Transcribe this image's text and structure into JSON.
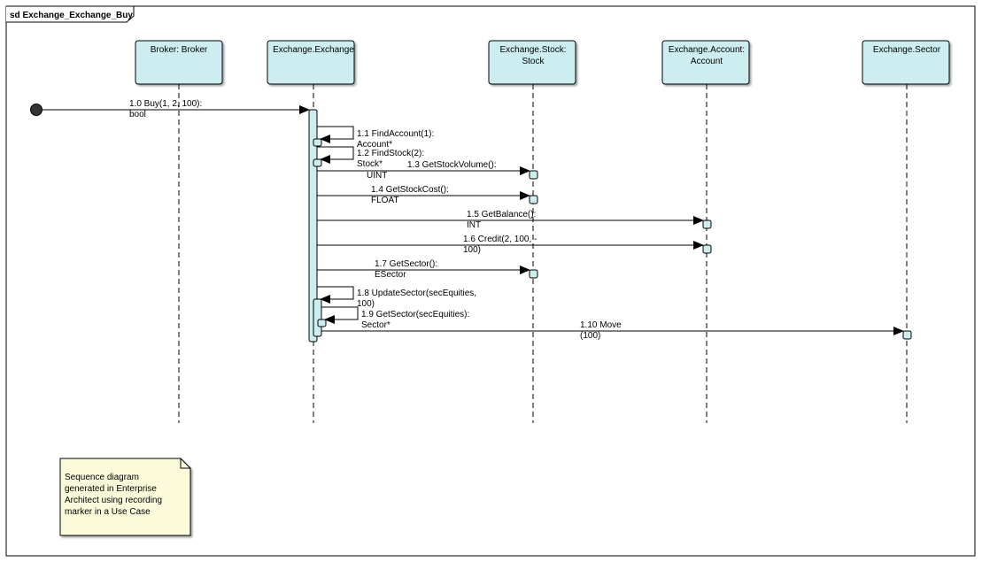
{
  "frame": {
    "title": "sd Exchange_Exchange_Buy"
  },
  "lifelines": [
    {
      "id": "broker",
      "lines": [
        "Broker: Broker"
      ]
    },
    {
      "id": "exchange",
      "lines": [
        "Exchange.Exchange"
      ]
    },
    {
      "id": "stock",
      "lines": [
        "Exchange.Stock:",
        "Stock"
      ]
    },
    {
      "id": "account",
      "lines": [
        "Exchange.Account:",
        "Account"
      ]
    },
    {
      "id": "sector",
      "lines": [
        "Exchange.Sector"
      ]
    }
  ],
  "messages": [
    {
      "id": "m1_0",
      "kind": "found",
      "to": "exchange",
      "lines": [
        "1.0 Buy(1, 2, 100):",
        "bool"
      ]
    },
    {
      "id": "m1_1",
      "kind": "self",
      "from": "exchange",
      "lines": [
        "1.1 FindAccount(1):",
        "Account*"
      ]
    },
    {
      "id": "m1_2",
      "kind": "self",
      "from": "exchange",
      "lines": [
        "1.2 FindStock(2):",
        "Stock*"
      ]
    },
    {
      "id": "m1_3",
      "kind": "call",
      "from": "exchange",
      "to": "stock",
      "lines": [
        "1.3 GetStockVolume():",
        "UINT"
      ]
    },
    {
      "id": "m1_4",
      "kind": "call",
      "from": "exchange",
      "to": "stock",
      "lines": [
        "1.4 GetStockCost():",
        "FLOAT"
      ]
    },
    {
      "id": "m1_5",
      "kind": "call",
      "from": "exchange",
      "to": "account",
      "lines": [
        "1.5 GetBalance():",
        "INT"
      ]
    },
    {
      "id": "m1_6",
      "kind": "call",
      "from": "exchange",
      "to": "account",
      "lines": [
        "1.6 Credit(2, 100, -",
        "100)"
      ]
    },
    {
      "id": "m1_7",
      "kind": "call",
      "from": "exchange",
      "to": "stock",
      "lines": [
        "1.7 GetSector():",
        "ESector"
      ]
    },
    {
      "id": "m1_8",
      "kind": "self",
      "from": "exchange",
      "lines": [
        "1.8 UpdateSector(secEquities,",
        "100)"
      ]
    },
    {
      "id": "m1_9",
      "kind": "self",
      "from": "exchange",
      "lines": [
        "1.9 GetSector(secEquities):",
        "Sector*"
      ]
    },
    {
      "id": "m1_10",
      "kind": "call",
      "from": "exchange",
      "to": "sector",
      "lines": [
        "1.10 Move",
        "(100)"
      ]
    }
  ],
  "note": {
    "lines": [
      "Sequence diagram",
      "generated in Enterprise",
      "Architect using recording",
      "marker in a Use Case"
    ]
  },
  "colors": {
    "lifeline_fill": "#cdeef0",
    "activation_fill": "#cdeef0",
    "note_fill": "#fbfbdc",
    "line": "#000000"
  }
}
